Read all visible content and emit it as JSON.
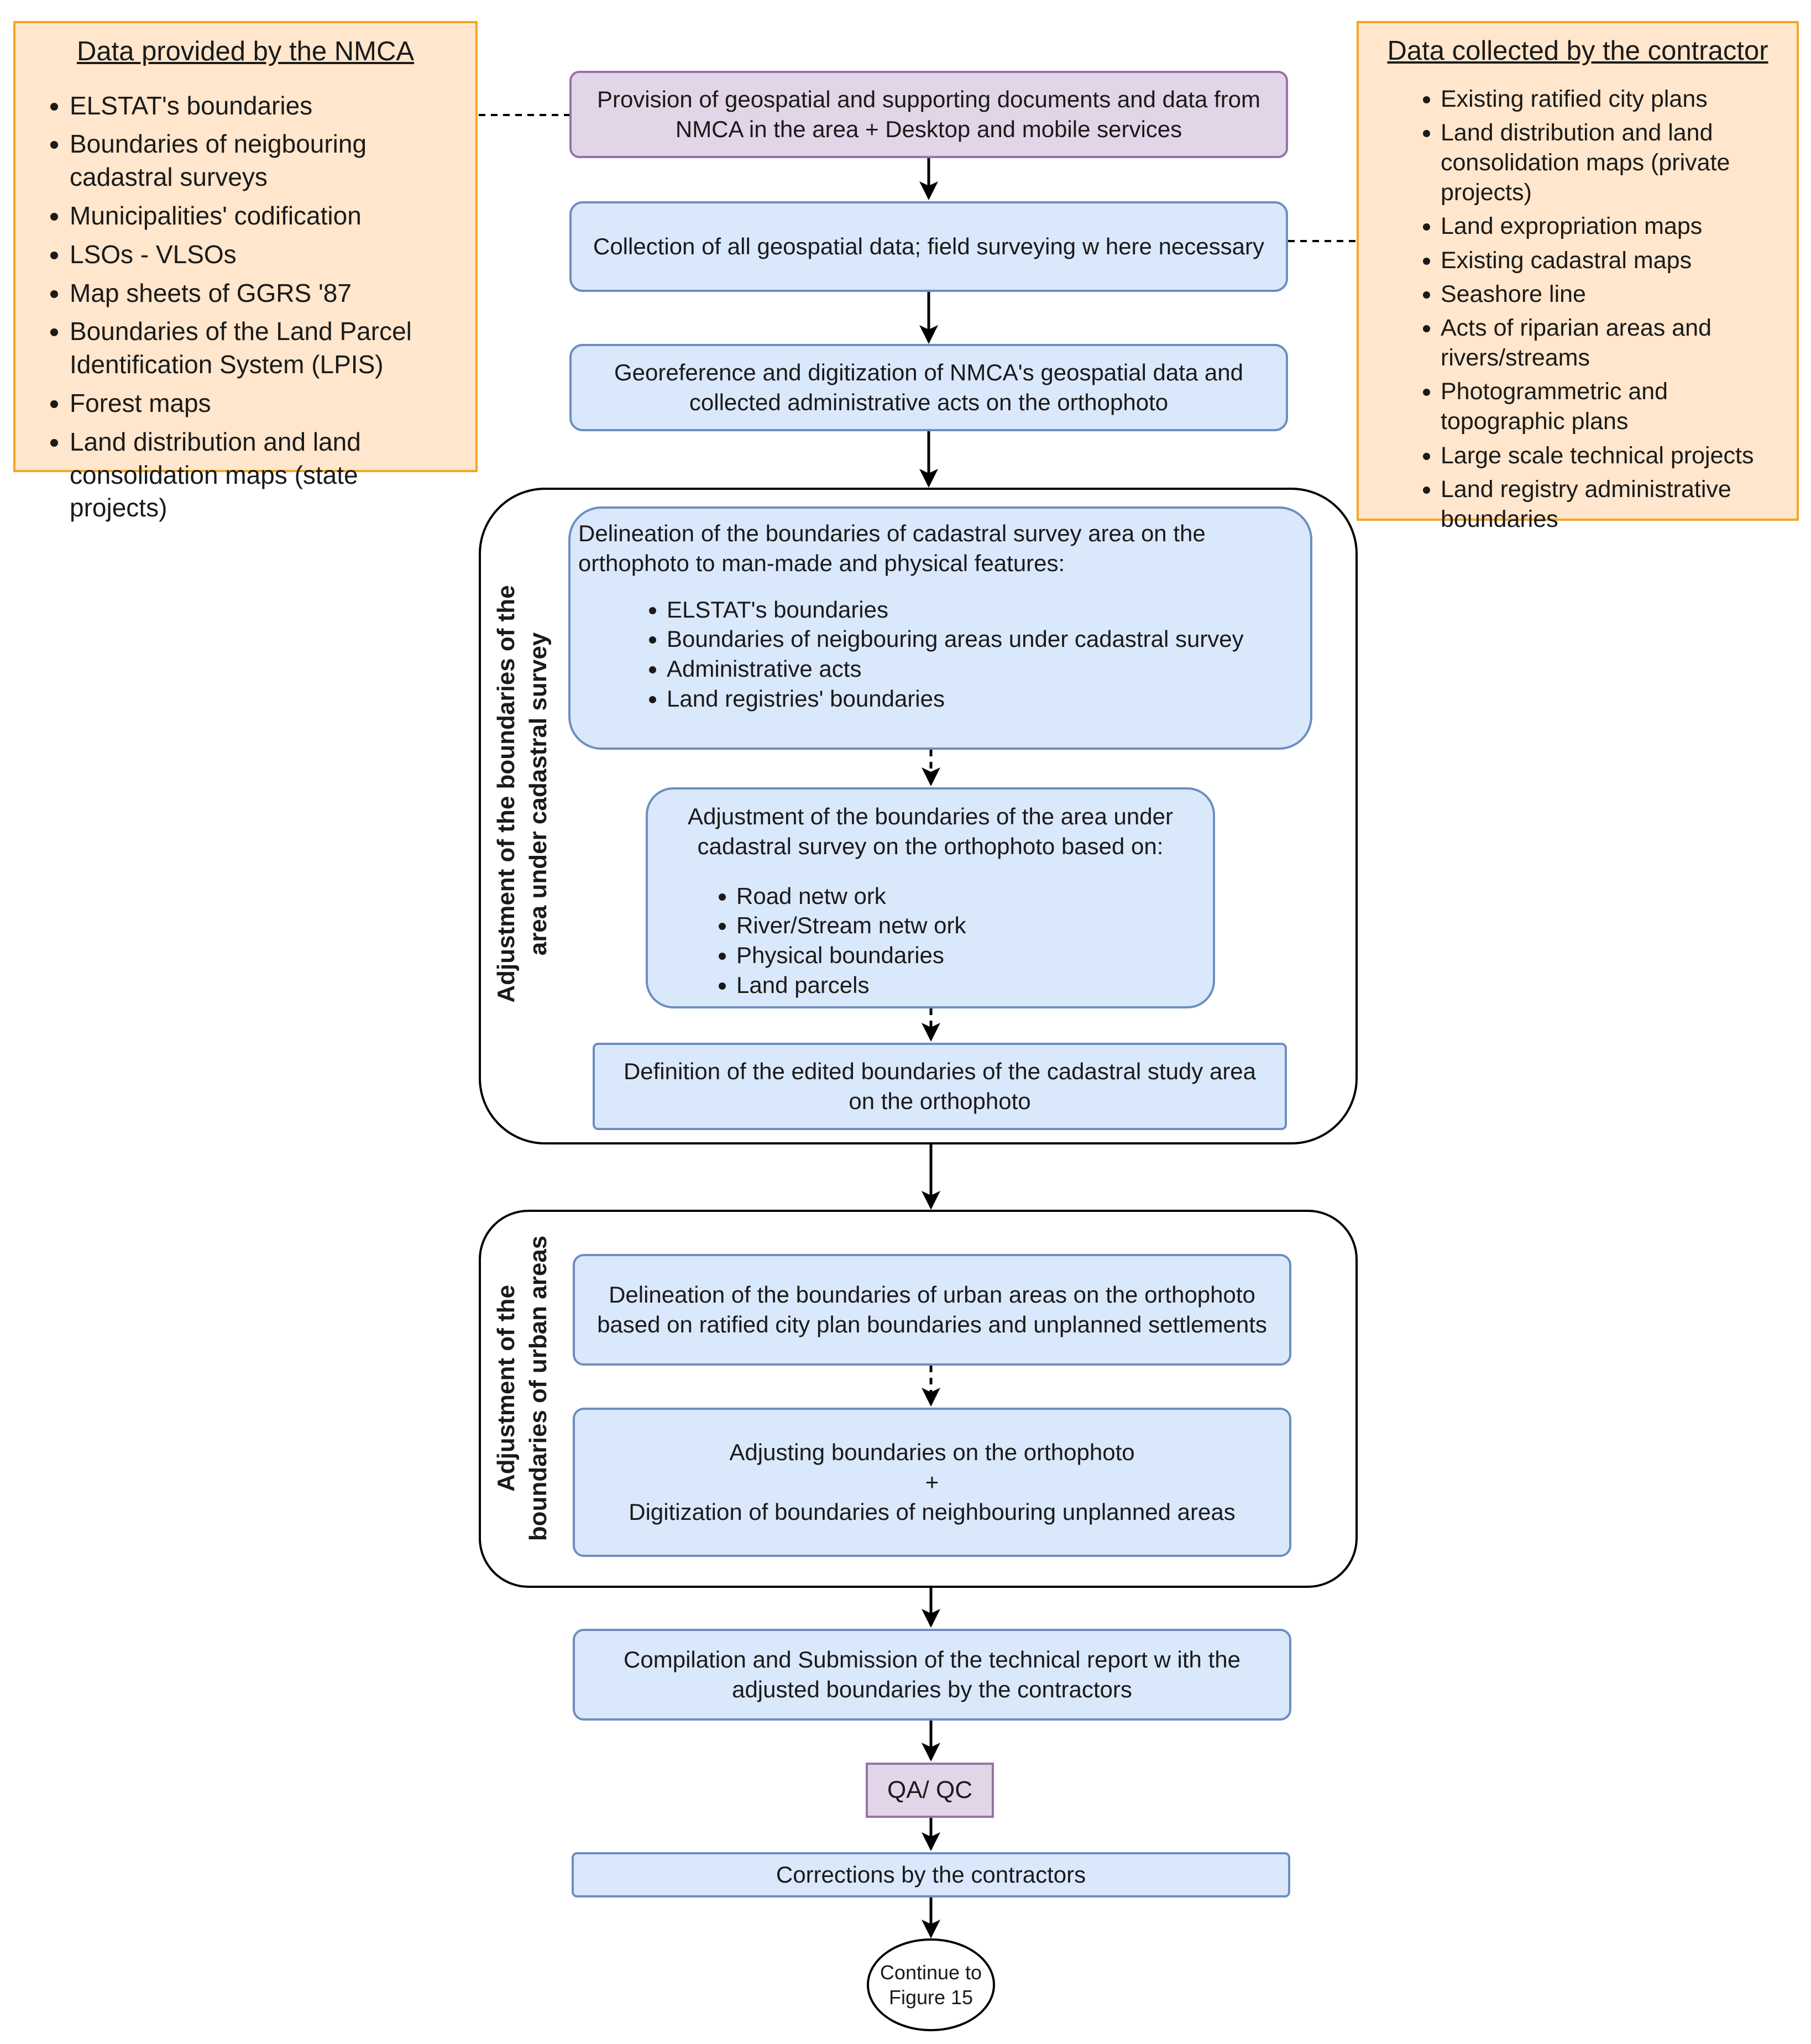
{
  "nmca_box": {
    "heading": "Data provided by the NMCA",
    "items": [
      "ELSTAT's boundaries",
      "Boundaries of neigbouring cadastral surveys",
      "Municipalities' codification",
      "LSOs - VLSOs",
      "Map sheets of GGRS '87",
      "Boundaries of the Land Parcel Identification System (LPIS)",
      "Forest maps",
      "Land distribution and land consolidation maps (state projects)"
    ]
  },
  "contractor_box": {
    "heading": "Data collected by the contractor",
    "items": [
      "Existing ratified city plans",
      "Land distribution and land consolidation maps (private projects)",
      "Land expropriation maps",
      "Existing cadastral maps",
      "Seashore line",
      "Acts of riparian areas and rivers/streams",
      "Photogrammetric and topographic plans",
      "Large scale technical projects",
      "Land registry administrative boundaries"
    ]
  },
  "steps": {
    "provision": "Provision of geospatial and supporting documents and data from NMCA in the area + Desktop and mobile services",
    "collection": "Collection of all geospatial data; field surveying w here necessary",
    "georeference": "Georeference and digitization of NMCA's geospatial data and collected administrative acts on the orthophoto"
  },
  "group1": {
    "label_line1": "Adjustment of the boundaries of the",
    "label_line2": "area under cadastral survey",
    "delineation": {
      "text": "Delineation of the boundaries of cadastral survey area on the orthophoto to man-made and physical features:",
      "items": [
        "ELSTAT's boundaries",
        "Boundaries of neigbouring areas under cadastral survey",
        "Administrative acts",
        "Land registries' boundaries"
      ]
    },
    "adjustment": {
      "text": "Adjustment of the boundaries of the area under cadastral survey on the orthophoto based on:",
      "items": [
        "Road netw ork",
        "River/Stream netw ork",
        "Physical boundaries",
        "Land parcels"
      ]
    },
    "definition": "Definition of the edited boundaries of the cadastral study area on the orthophoto"
  },
  "group2": {
    "label_line1": "Adjustment of the",
    "label_line2": "boundaries of urban areas",
    "delineation": "Delineation of the boundaries of urban areas on the orthophoto based on ratified city plan boundaries and unplanned settlements",
    "adjusting_line1": "Adjusting boundaries on the orthophoto",
    "adjusting_plus": "+",
    "adjusting_line2": "Digitization of boundaries of neighbouring unplanned areas"
  },
  "compilation": "Compilation and Submission of the technical report w ith the adjusted boundaries by the contractors",
  "qaqc": "QA/ QC",
  "corrections": "Corrections by the contractors",
  "terminal": {
    "line1": "Continue to",
    "line2": "Figure 15"
  },
  "colors": {
    "step_fill": "#dae8fc",
    "step_stroke": "#6c8ebf",
    "review_fill": "#e1d5e7",
    "review_stroke": "#9673a6",
    "note_fill": "#ffe6cc",
    "note_stroke": "#f5a623"
  }
}
